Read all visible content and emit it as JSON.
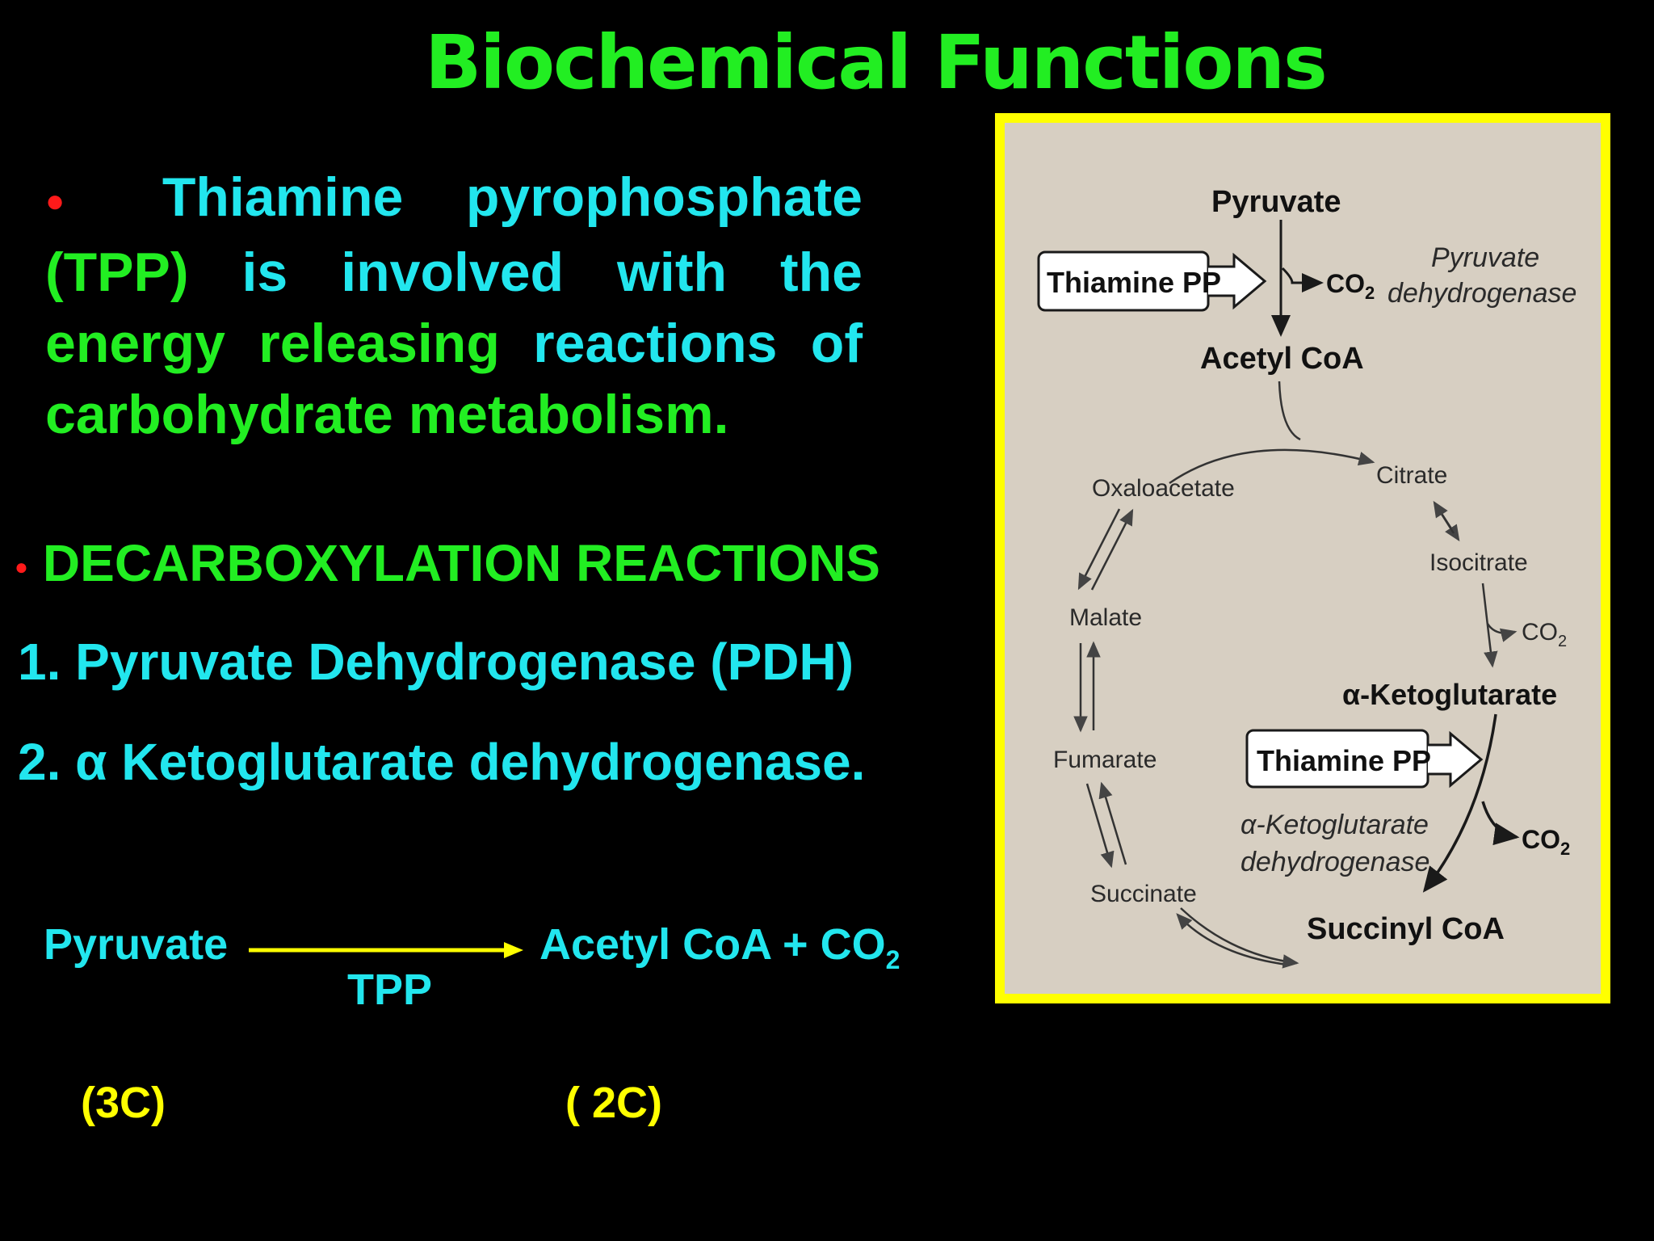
{
  "title": "Biochemical Functions",
  "bullet1": {
    "seg1": "Thiamine pyrophosphate",
    "seg2": "(TPP)",
    "seg3": "is involved with the",
    "seg4": "energy releasing",
    "seg5": "reactions",
    "seg6": "of",
    "seg7": "carbohydrate metabolism."
  },
  "decarb": "DECARBOXYLATION REACTIONS",
  "items": [
    "1. Pyruvate Dehydrogenase (PDH)",
    "2. α Ketoglutarate dehydrogenase."
  ],
  "reaction": {
    "substrate": "Pyruvate",
    "product": "Acetyl CoA + CO",
    "product_sub": "2",
    "cofactor": "TPP",
    "substrate_carbons": "(3C)",
    "product_carbons": "( 2C)"
  },
  "figure": {
    "pyruvate": "Pyruvate",
    "thiamine_pp_1": "Thiamine PP",
    "co2_top": "CO",
    "co2_sub": "2",
    "pdh_line1": "Pyruvate",
    "pdh_line2": "dehydrogenase",
    "acetyl_coa": "Acetyl CoA",
    "oxaloacetate": "Oxaloacetate",
    "citrate": "Citrate",
    "isocitrate": "Isocitrate",
    "co2_mid": "CO",
    "co2_mid_sub": "2",
    "malate": "Malate",
    "aketoglutarate": "α-Ketoglutarate",
    "fumarate": "Fumarate",
    "thiamine_pp_2": "Thiamine PP",
    "akgdh_line1": "α-Ketoglutarate",
    "akgdh_line2": "dehydrogenase",
    "co2_bottom": "CO",
    "co2_bottom_sub": "2",
    "succinate": "Succinate",
    "succinyl_coa": "Succinyl CoA"
  },
  "colors": {
    "background": "#000000",
    "title_green": "#22ee22",
    "text_cyan": "#22e6ee",
    "bullet_red": "#ff1a1a",
    "carbon_yellow": "#ffff00",
    "arrow_yellow": "#ffff00",
    "frame_yellow": "#ffff00",
    "figure_bg": "#d7cfc2"
  }
}
